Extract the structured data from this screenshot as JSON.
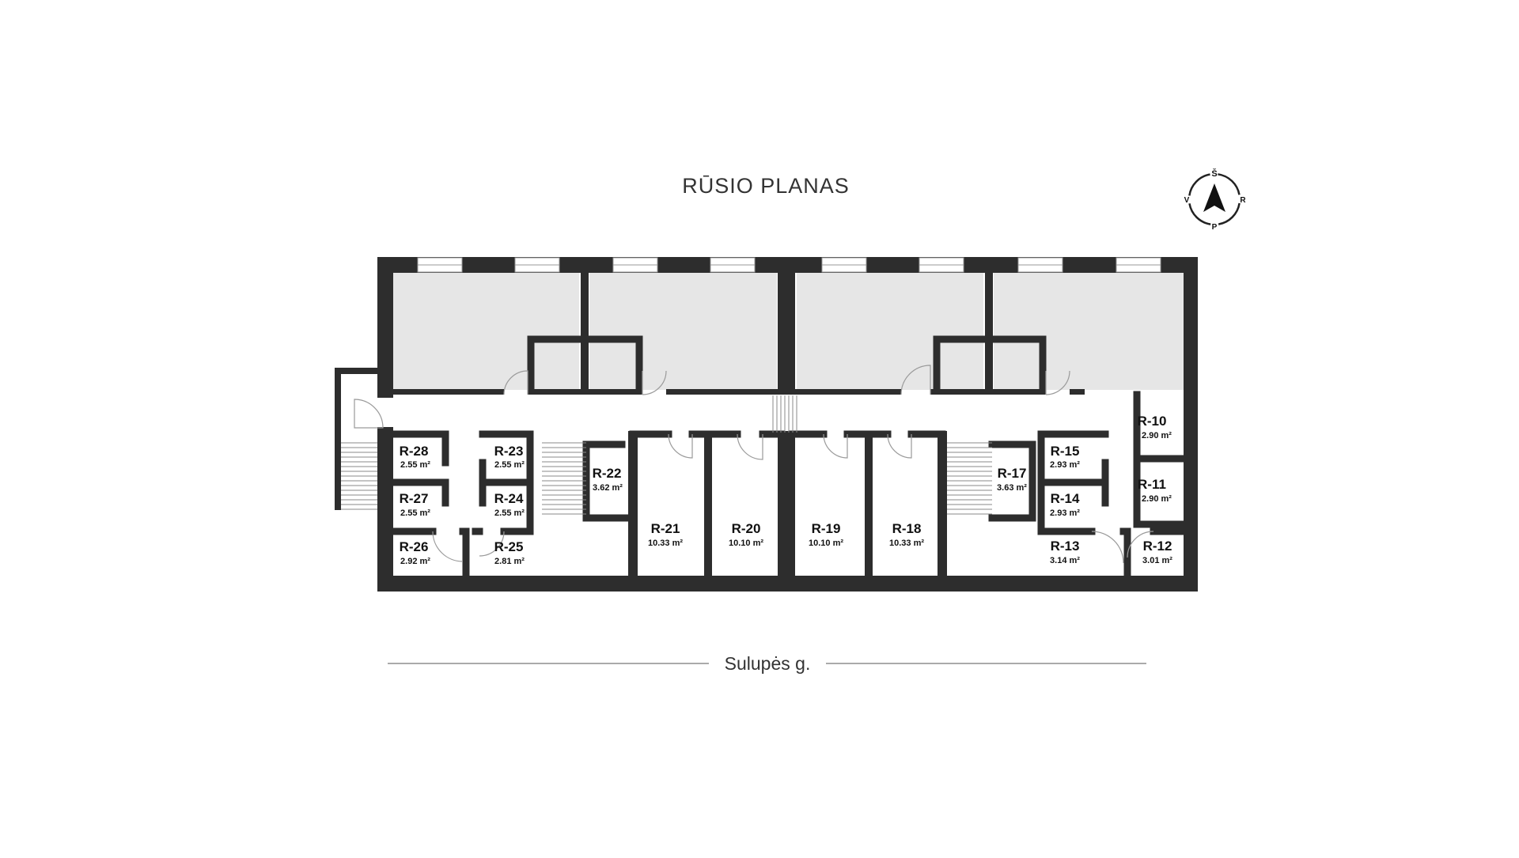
{
  "title": "RŪSIO PLANAS",
  "street": "Sulupės g.",
  "compass": {
    "n": "Š",
    "e": "R",
    "s": "P",
    "w": "V"
  },
  "colors": {
    "wall": "#2d2d2d",
    "shaded_room": "#e6e6e6",
    "background": "#ffffff"
  },
  "rooms": [
    {
      "id": "R-10",
      "area": "2.90 m²"
    },
    {
      "id": "R-11",
      "area": "2.90 m²"
    },
    {
      "id": "R-12",
      "area": "3.01 m²"
    },
    {
      "id": "R-13",
      "area": "3.14 m²"
    },
    {
      "id": "R-14",
      "area": "2.93 m²"
    },
    {
      "id": "R-15",
      "area": "2.93 m²"
    },
    {
      "id": "R-17",
      "area": "3.63 m²"
    },
    {
      "id": "R-18",
      "area": "10.33 m²"
    },
    {
      "id": "R-19",
      "area": "10.10 m²"
    },
    {
      "id": "R-20",
      "area": "10.10 m²"
    },
    {
      "id": "R-21",
      "area": "10.33 m²"
    },
    {
      "id": "R-22",
      "area": "3.62 m²"
    },
    {
      "id": "R-23",
      "area": "2.55 m²"
    },
    {
      "id": "R-24",
      "area": "2.55 m²"
    },
    {
      "id": "R-25",
      "area": "2.81 m²"
    },
    {
      "id": "R-26",
      "area": "2.92 m²"
    },
    {
      "id": "R-27",
      "area": "2.55 m²"
    },
    {
      "id": "R-28",
      "area": "2.55 m²"
    }
  ]
}
